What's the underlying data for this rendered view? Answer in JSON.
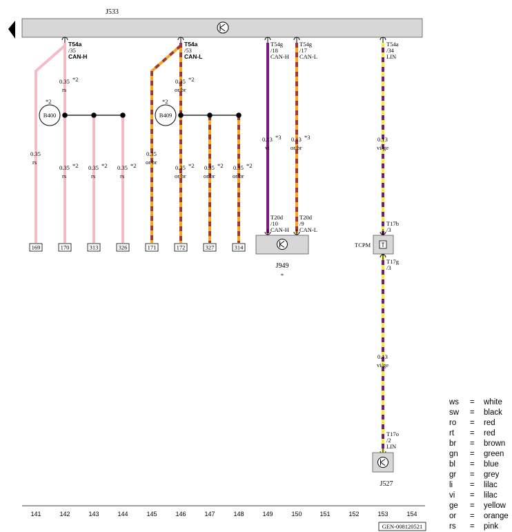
{
  "units": {
    "j533": "J533",
    "j949": "J949",
    "j527": "J527",
    "b400": "B400",
    "b409": "B409",
    "tcpm": "TCPM",
    "j949_note": "*"
  },
  "pins": [
    {
      "id": "p1",
      "conn": "T54a",
      "pin": "/35",
      "sig": "CAN-H"
    },
    {
      "id": "p2",
      "conn": "T54a",
      "pin": "/53",
      "sig": "CAN-L"
    },
    {
      "id": "p3",
      "conn": "T54g",
      "pin": "/18",
      "sig": "CAN-H"
    },
    {
      "id": "p4",
      "conn": "T54g",
      "pin": "/17",
      "sig": "CAN-L"
    },
    {
      "id": "p5",
      "conn": "T54a",
      "pin": "/34",
      "sig": "LIN"
    },
    {
      "id": "p6",
      "conn": "T20d",
      "pin": "/10",
      "sig": "CAN-H"
    },
    {
      "id": "p7",
      "conn": "T20d",
      "pin": "/9",
      "sig": "CAN-L"
    },
    {
      "id": "p8",
      "conn": "T17b",
      "pin": "/3",
      "sig": ""
    },
    {
      "id": "p9",
      "conn": "T17g",
      "pin": "/3",
      "sig": ""
    },
    {
      "id": "p10",
      "conn": "T17o",
      "pin": "/2",
      "sig": "LIN"
    }
  ],
  "wire_labels": [
    {
      "size": "0.35",
      "note": "*2",
      "color": "rs"
    },
    {
      "size": "0.35",
      "note": "",
      "color": "rs"
    },
    {
      "size": "0.35",
      "note": "*2",
      "color": "rs"
    },
    {
      "size": "0.35",
      "note": "*2",
      "color": "rs"
    },
    {
      "size": "0.35",
      "note": "*2",
      "color": "rs"
    },
    {
      "size": "0.35",
      "note": "*2",
      "color": "or/br"
    },
    {
      "size": "0.35",
      "note": "",
      "color": "or/br"
    },
    {
      "size": "0.35",
      "note": "*2",
      "color": "or/br"
    },
    {
      "size": "0.35",
      "note": "*2",
      "color": "or/br"
    },
    {
      "size": "0.35",
      "note": "*2",
      "color": "or/br"
    },
    {
      "size": "0.13",
      "note": "*3",
      "color": "vi"
    },
    {
      "size": "0.13",
      "note": "*3",
      "color": "or/br"
    },
    {
      "size": "0.13",
      "note": "",
      "color": "vi/ge"
    },
    {
      "size": "0.13",
      "note": "",
      "color": "vi/ge"
    }
  ],
  "sensor_notes": [
    "*2",
    "*2"
  ],
  "references": [
    "169",
    "170",
    "313",
    "326",
    "171",
    "172",
    "327",
    "314"
  ],
  "columns": [
    "141",
    "142",
    "143",
    "144",
    "145",
    "146",
    "147",
    "148",
    "149",
    "150",
    "151",
    "152",
    "153",
    "154"
  ],
  "doc_code": "GEN-008120521",
  "legend": [
    {
      "abbr": "ws",
      "eq": "=",
      "meaning": "white"
    },
    {
      "abbr": "sw",
      "eq": "=",
      "meaning": "black"
    },
    {
      "abbr": "ro",
      "eq": "=",
      "meaning": "red"
    },
    {
      "abbr": "rt",
      "eq": "=",
      "meaning": "red"
    },
    {
      "abbr": "br",
      "eq": "=",
      "meaning": "brown"
    },
    {
      "abbr": "gn",
      "eq": "=",
      "meaning": "green"
    },
    {
      "abbr": "bl",
      "eq": "=",
      "meaning": "blue"
    },
    {
      "abbr": "gr",
      "eq": "=",
      "meaning": "grey"
    },
    {
      "abbr": "li",
      "eq": "=",
      "meaning": "lilac"
    },
    {
      "abbr": "vi",
      "eq": "=",
      "meaning": "lilac"
    },
    {
      "abbr": "ge",
      "eq": "=",
      "meaning": "yellow"
    },
    {
      "abbr": "or",
      "eq": "=",
      "meaning": "orange"
    },
    {
      "abbr": "rs",
      "eq": "=",
      "meaning": "pink"
    }
  ],
  "wire_colors": {
    "rs": "#f5bcc8",
    "or": "#f5a623",
    "br": "#9c3a3a",
    "vi": "#7a1a7a",
    "ge": "#f2ef3a"
  },
  "box_fill": "#d7d7d7"
}
